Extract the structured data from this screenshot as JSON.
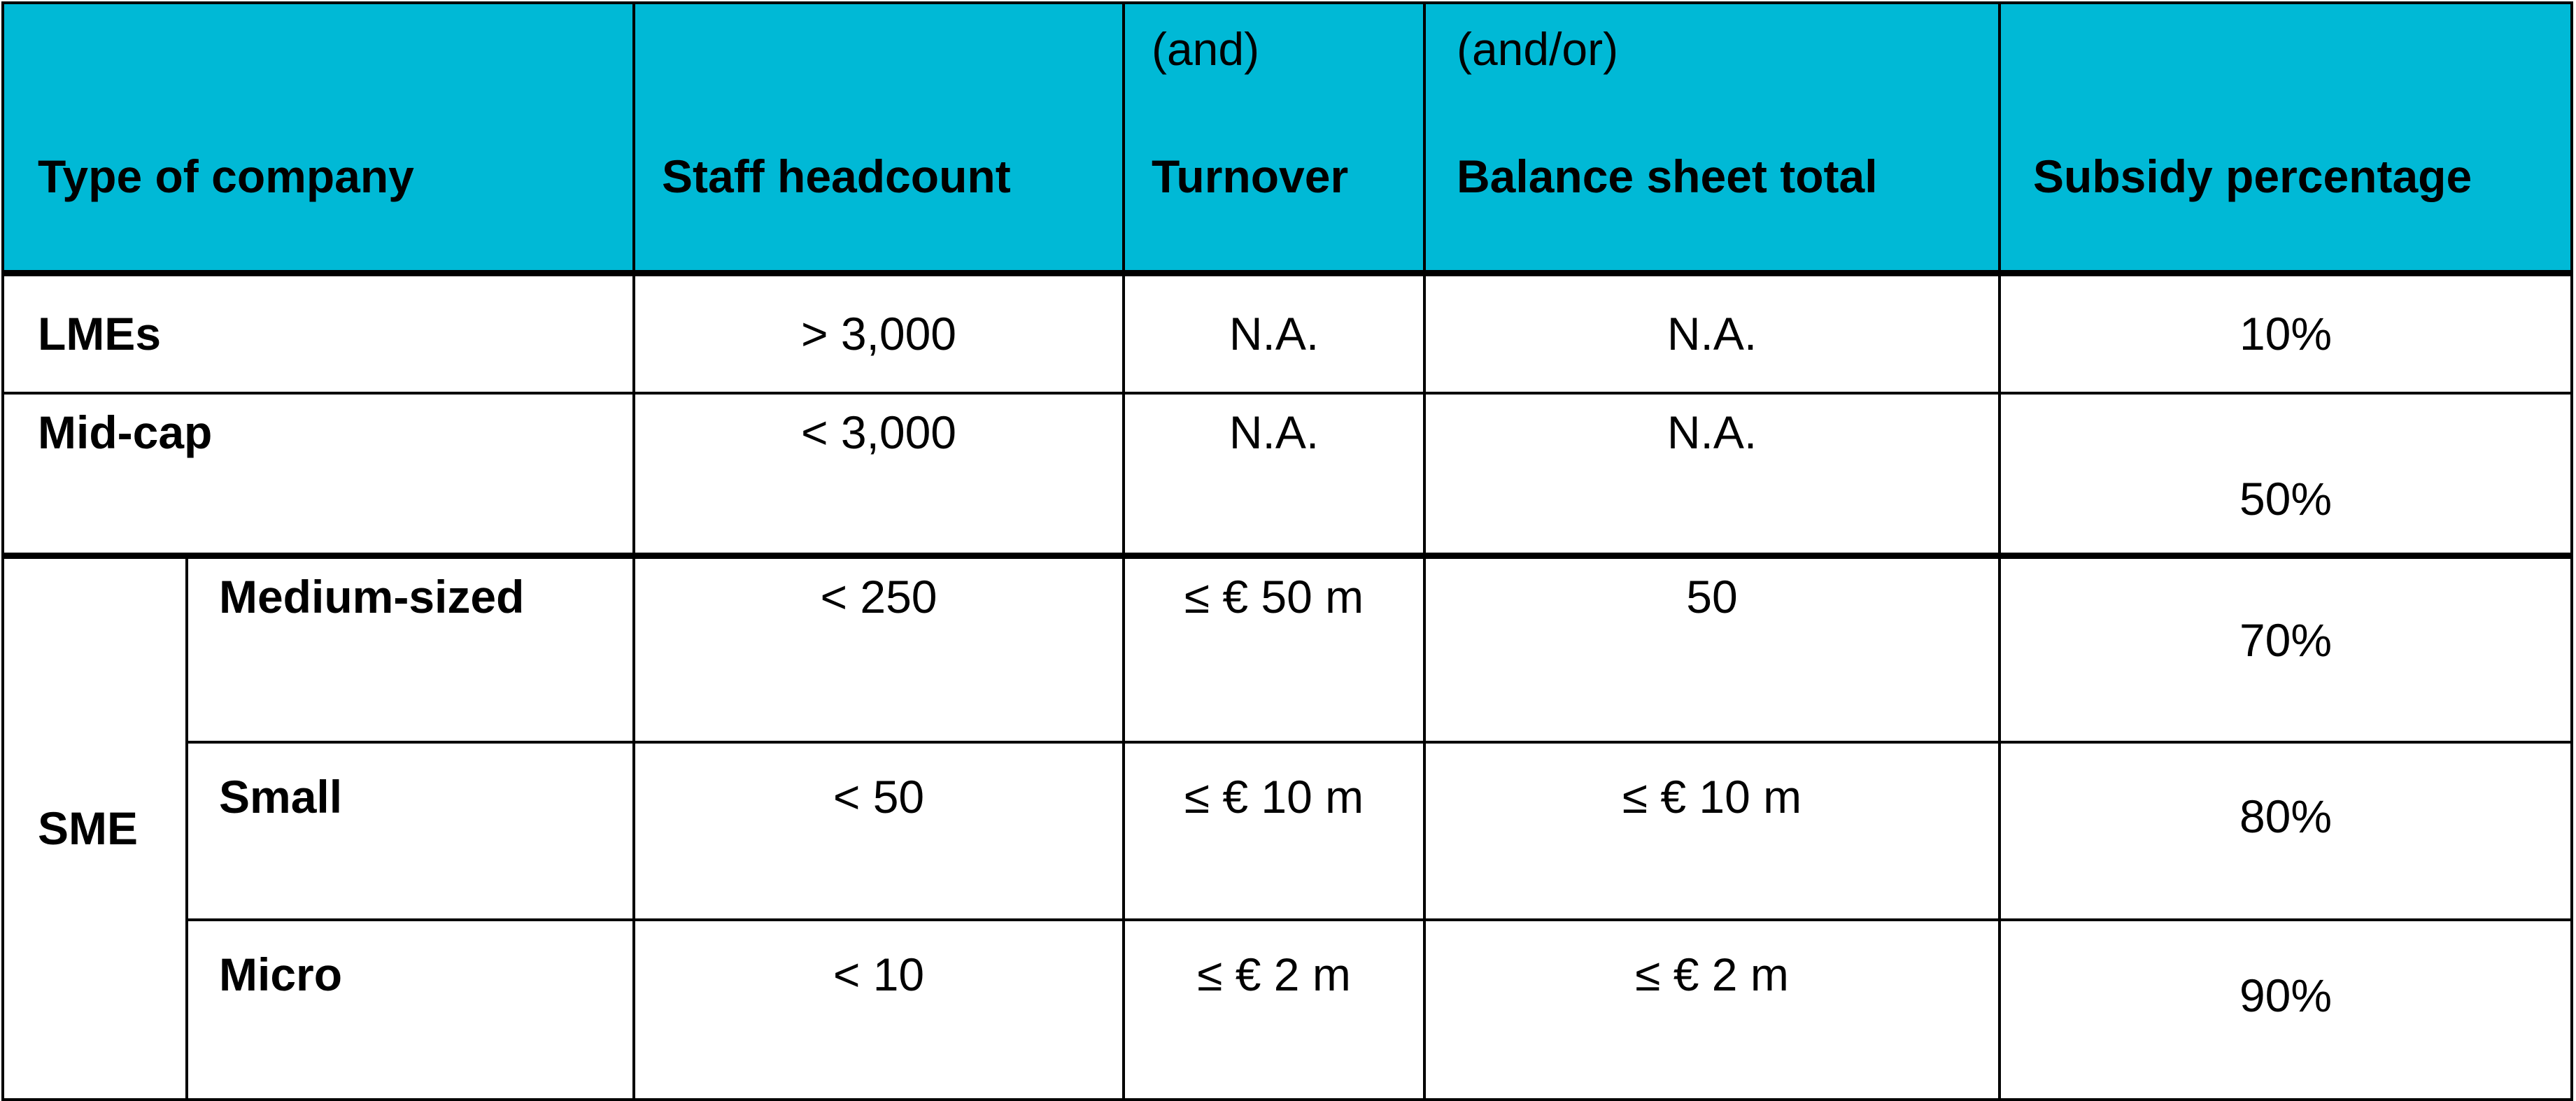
{
  "header": {
    "type": "Type of company",
    "staff": "Staff headcount",
    "turnover_note": "(and)",
    "turnover": "Turnover",
    "balance_note": "(and/or)",
    "balance": "Balance sheet total",
    "subsidy": "Subsidy percentage"
  },
  "rows": [
    {
      "type": "LMEs",
      "staff": "> 3,000",
      "turnover": "N.A.",
      "balance": "N.A.",
      "subsidy": "10%"
    },
    {
      "type": "Mid-cap",
      "staff": "< 3,000",
      "turnover": "N.A.",
      "balance": "N.A.",
      "subsidy": "50%"
    }
  ],
  "sme": {
    "label": "SME",
    "rows": [
      {
        "type": "Medium-sized",
        "staff": "< 250",
        "turnover": "≤ € 50 m",
        "balance": "50",
        "subsidy": "70%"
      },
      {
        "type": "Small",
        "staff": "< 50",
        "turnover": "≤ € 10 m",
        "balance": "≤ € 10 m",
        "subsidy": "80%"
      },
      {
        "type": "Micro",
        "staff": "< 10",
        "turnover": "≤ € 2 m",
        "balance": "≤ € 2 m",
        "subsidy": "90%"
      }
    ]
  },
  "colors": {
    "header_bg": "#00B9D6"
  }
}
